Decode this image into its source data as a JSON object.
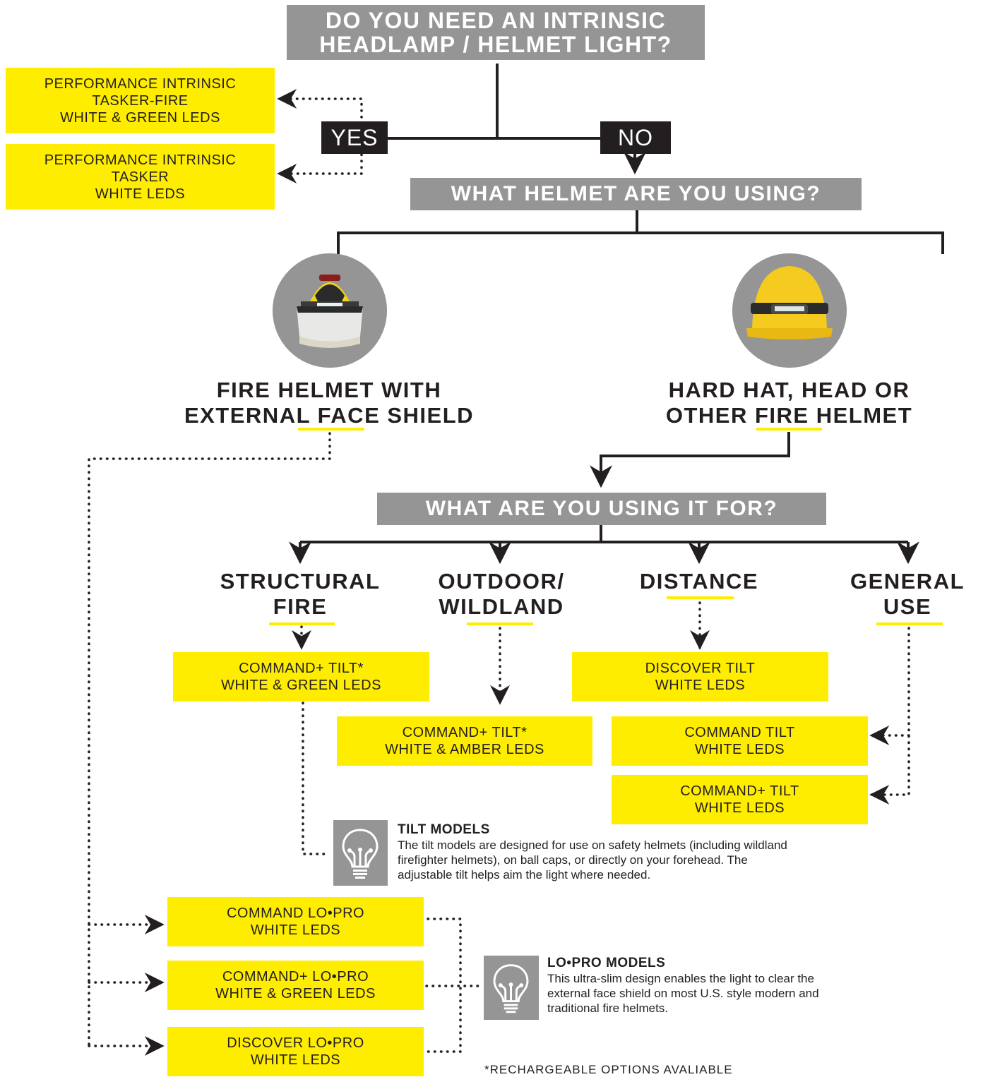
{
  "start": {
    "line1": "DO YOU NEED AN INTRINSIC",
    "line2": "HEADLAMP / HELMET LIGHT?"
  },
  "answers": {
    "yes": "YES",
    "no": "NO"
  },
  "intrinsic_products": [
    {
      "line1": "PERFORMANCE INTRINSIC",
      "line2": "TASKER-FIRE",
      "line3": "WHITE & GREEN LEDS"
    },
    {
      "line1": "PERFORMANCE INTRINSIC",
      "line2": "TASKER",
      "line3": "WHITE LEDS"
    }
  ],
  "helmet_question": "WHAT HELMET ARE YOU USING?",
  "helmets": {
    "fire": {
      "line1": "FIRE HELMET WITH",
      "line2": "EXTERNAL FACE SHIELD"
    },
    "hardhat": {
      "line1": "HARD HAT, HEAD OR",
      "line2": "OTHER FIRE HELMET"
    }
  },
  "use_question": "WHAT ARE YOU USING IT FOR?",
  "uses": {
    "structural": {
      "line1": "STRUCTURAL",
      "line2": "FIRE"
    },
    "outdoor": {
      "line1": "OUTDOOR/",
      "line2": "WILDLAND"
    },
    "distance": {
      "line1": "DISTANCE"
    },
    "general": {
      "line1": "GENERAL",
      "line2": "USE"
    }
  },
  "products": {
    "command_plus_tilt_green": {
      "line1": "COMMAND+ TILT*",
      "line2": "WHITE & GREEN LEDS"
    },
    "command_plus_tilt_amber": {
      "line1": "COMMAND+ TILT*",
      "line2": "WHITE & AMBER LEDS"
    },
    "discover_tilt": {
      "line1": "DISCOVER TILT",
      "line2": "WHITE LEDS"
    },
    "command_tilt": {
      "line1": "COMMAND TILT",
      "line2": "WHITE LEDS"
    },
    "command_plus_tilt_white": {
      "line1": "COMMAND+ TILT",
      "line2": "WHITE LEDS"
    },
    "command_lopro": {
      "line1": "COMMAND LO•PRO",
      "line2": "WHITE LEDS"
    },
    "command_plus_lopro": {
      "line1": "COMMAND+ LO•PRO",
      "line2": "WHITE & GREEN LEDS"
    },
    "discover_lopro": {
      "line1": "DISCOVER LO•PRO",
      "line2": "WHITE LEDS"
    }
  },
  "notes": {
    "tilt": {
      "title": "TILT MODELS",
      "line1": "The tilt models are designed for use on safety helmets (including wildland",
      "line2": "firefighter helmets), on ball caps, or directly on your forehead. The",
      "line3": "adjustable tilt helps aim the light where needed."
    },
    "lopro": {
      "title": "LO•PRO MODELS",
      "line1": "This ultra-slim design enables the light to clear the",
      "line2": "external face shield on most U.S. style modern and",
      "line3": "traditional fire helmets."
    }
  },
  "footnote": "*RECHARGEABLE OPTIONS AVALIABLE",
  "icons": [
    "fire-helmet-photo",
    "hard-hat-photo",
    "lightbulb-icon",
    "lightbulb-icon"
  ],
  "colors": {
    "yellow": "#ffed00",
    "gray": "#959595",
    "black": "#231f20",
    "white": "#ffffff"
  }
}
